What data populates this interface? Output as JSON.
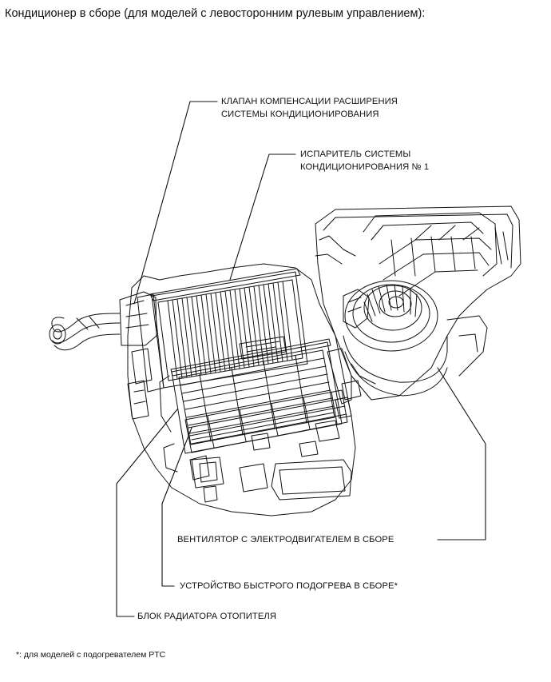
{
  "page": {
    "title": "Кондиционер в сборе (для моделей с левосторонним рулевым управлением):"
  },
  "callouts": {
    "expansion_valve": {
      "line1": "КЛАПАН КОМПЕНСАЦИИ РАСШИРЕНИЯ",
      "line2": "СИСТЕМЫ КОНДИЦИОНИРОВАНИЯ"
    },
    "evaporator": {
      "line1": "ИСПАРИТЕЛЬ СИСТЕМЫ",
      "line2": "КОНДИЦИОНИРОВАНИЯ № 1"
    },
    "blower": {
      "label": "ВЕНТИЛЯТОР С ЭЛЕКТРОДВИГАТЕЛЕМ В СБОРЕ"
    },
    "quick_heater": {
      "label": "УСТРОЙСТВО БЫСТРОГО ПОДОГРЕВА В СБОРЕ*"
    },
    "heater_radiator": {
      "label": "БЛОК РАДИАТОРА ОТОПИТЕЛЯ"
    }
  },
  "footnote": {
    "text": "*: для моделей с подогревателем PTC"
  },
  "colors": {
    "line": "#111111",
    "background": "#ffffff"
  }
}
